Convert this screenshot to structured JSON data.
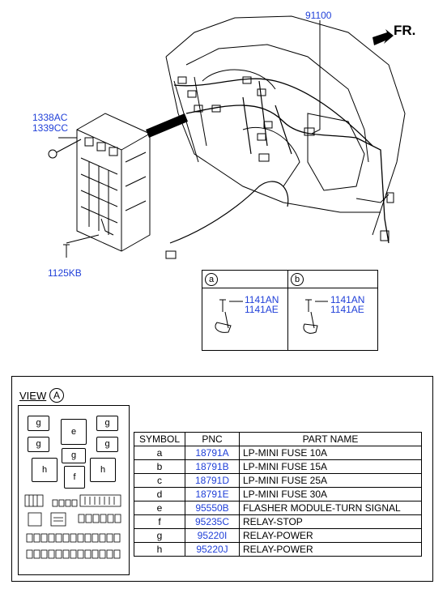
{
  "callouts": {
    "harness_part": "91100",
    "front_label": "FR.",
    "bracket_part_1": "1338AC",
    "bracket_part_2": "1339CC",
    "bolt_part": "1125KB",
    "detail_a": {
      "circle": "a",
      "part_1": "1141AN",
      "part_2": "1141AE"
    },
    "detail_b": {
      "circle": "b",
      "part_1": "1141AN",
      "part_2": "1141AE"
    }
  },
  "view": {
    "label": "VIEW",
    "circle": "A"
  },
  "fuse_layout": {
    "g": "g",
    "e": "e",
    "h": "h",
    "f": "f"
  },
  "table": {
    "headers": {
      "symbol": "SYMBOL",
      "pnc": "PNC",
      "part_name": "PART NAME"
    },
    "rows": [
      {
        "symbol": "a",
        "pnc": "18791A",
        "name": "LP-MINI FUSE 10A"
      },
      {
        "symbol": "b",
        "pnc": "18791B",
        "name": "LP-MINI FUSE 15A"
      },
      {
        "symbol": "c",
        "pnc": "18791D",
        "name": "LP-MINI FUSE 25A"
      },
      {
        "symbol": "d",
        "pnc": "18791E",
        "name": "LP-MINI FUSE 30A"
      },
      {
        "symbol": "e",
        "pnc": "95550B",
        "name": "FLASHER MODULE-TURN SIGNAL"
      },
      {
        "symbol": "f",
        "pnc": "95235C",
        "name": "RELAY-STOP"
      },
      {
        "symbol": "g",
        "pnc": "95220I",
        "name": "RELAY-POWER"
      },
      {
        "symbol": "h",
        "pnc": "95220J",
        "name": "RELAY-POWER"
      }
    ]
  },
  "colors": {
    "callout": "#1f3fd8",
    "line": "#000000"
  }
}
